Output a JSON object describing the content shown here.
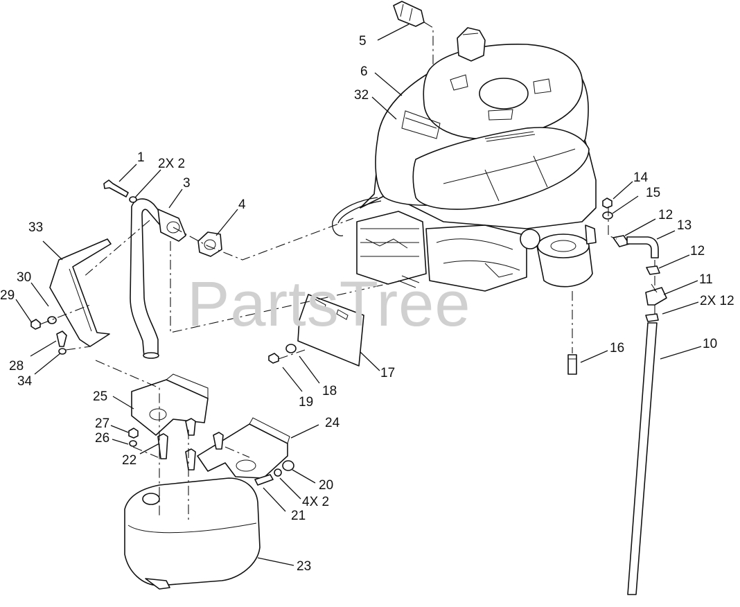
{
  "watermark": "PartsTree",
  "callouts": {
    "c1": "1",
    "c2x2a": "2X 2",
    "c3": "3",
    "c4": "4",
    "c5": "5",
    "c6": "6",
    "c32": "32",
    "c33": "33",
    "c30": "30",
    "c29": "29",
    "c28": "28",
    "c34": "34",
    "c14": "14",
    "c15": "15",
    "c12a": "12",
    "c13": "13",
    "c12b": "12",
    "c11": "11",
    "c2x12": "2X 12",
    "c10": "10",
    "c16": "16",
    "c17": "17",
    "c18": "18",
    "c19": "19",
    "c25": "25",
    "c27": "27",
    "c26": "26",
    "c22": "22",
    "c24": "24",
    "c20": "20",
    "c4x2": "4X 2",
    "c21": "21",
    "c23": "23"
  }
}
